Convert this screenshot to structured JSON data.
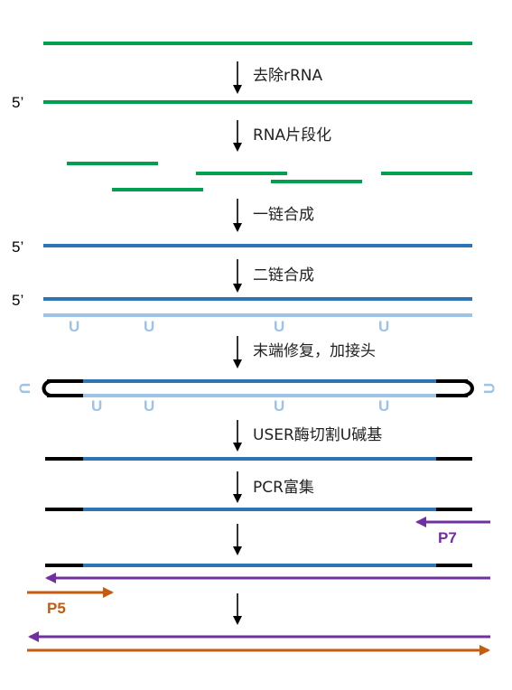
{
  "colors": {
    "rna": "#00a050",
    "strand1": "#2e75b6",
    "strand2": "#9dc3e6",
    "adapter": "#000000",
    "p7": "#7030a0",
    "p5": "#c55a11",
    "step_arrow": "#000000"
  },
  "steps": [
    {
      "label": "去除rRNA"
    },
    {
      "label": "RNA片段化"
    },
    {
      "label": "一链合成"
    },
    {
      "label": "二链合成"
    },
    {
      "label": "末端修复，加接头"
    },
    {
      "label": "USER酶切割U碱基"
    },
    {
      "label": "PCR富集"
    },
    {
      "label": ""
    },
    {
      "label": ""
    }
  ],
  "five_prime_marker": "5’",
  "u_base": "U",
  "primers": {
    "p7": {
      "label": "P7"
    },
    "p5": {
      "label": "P5"
    }
  }
}
